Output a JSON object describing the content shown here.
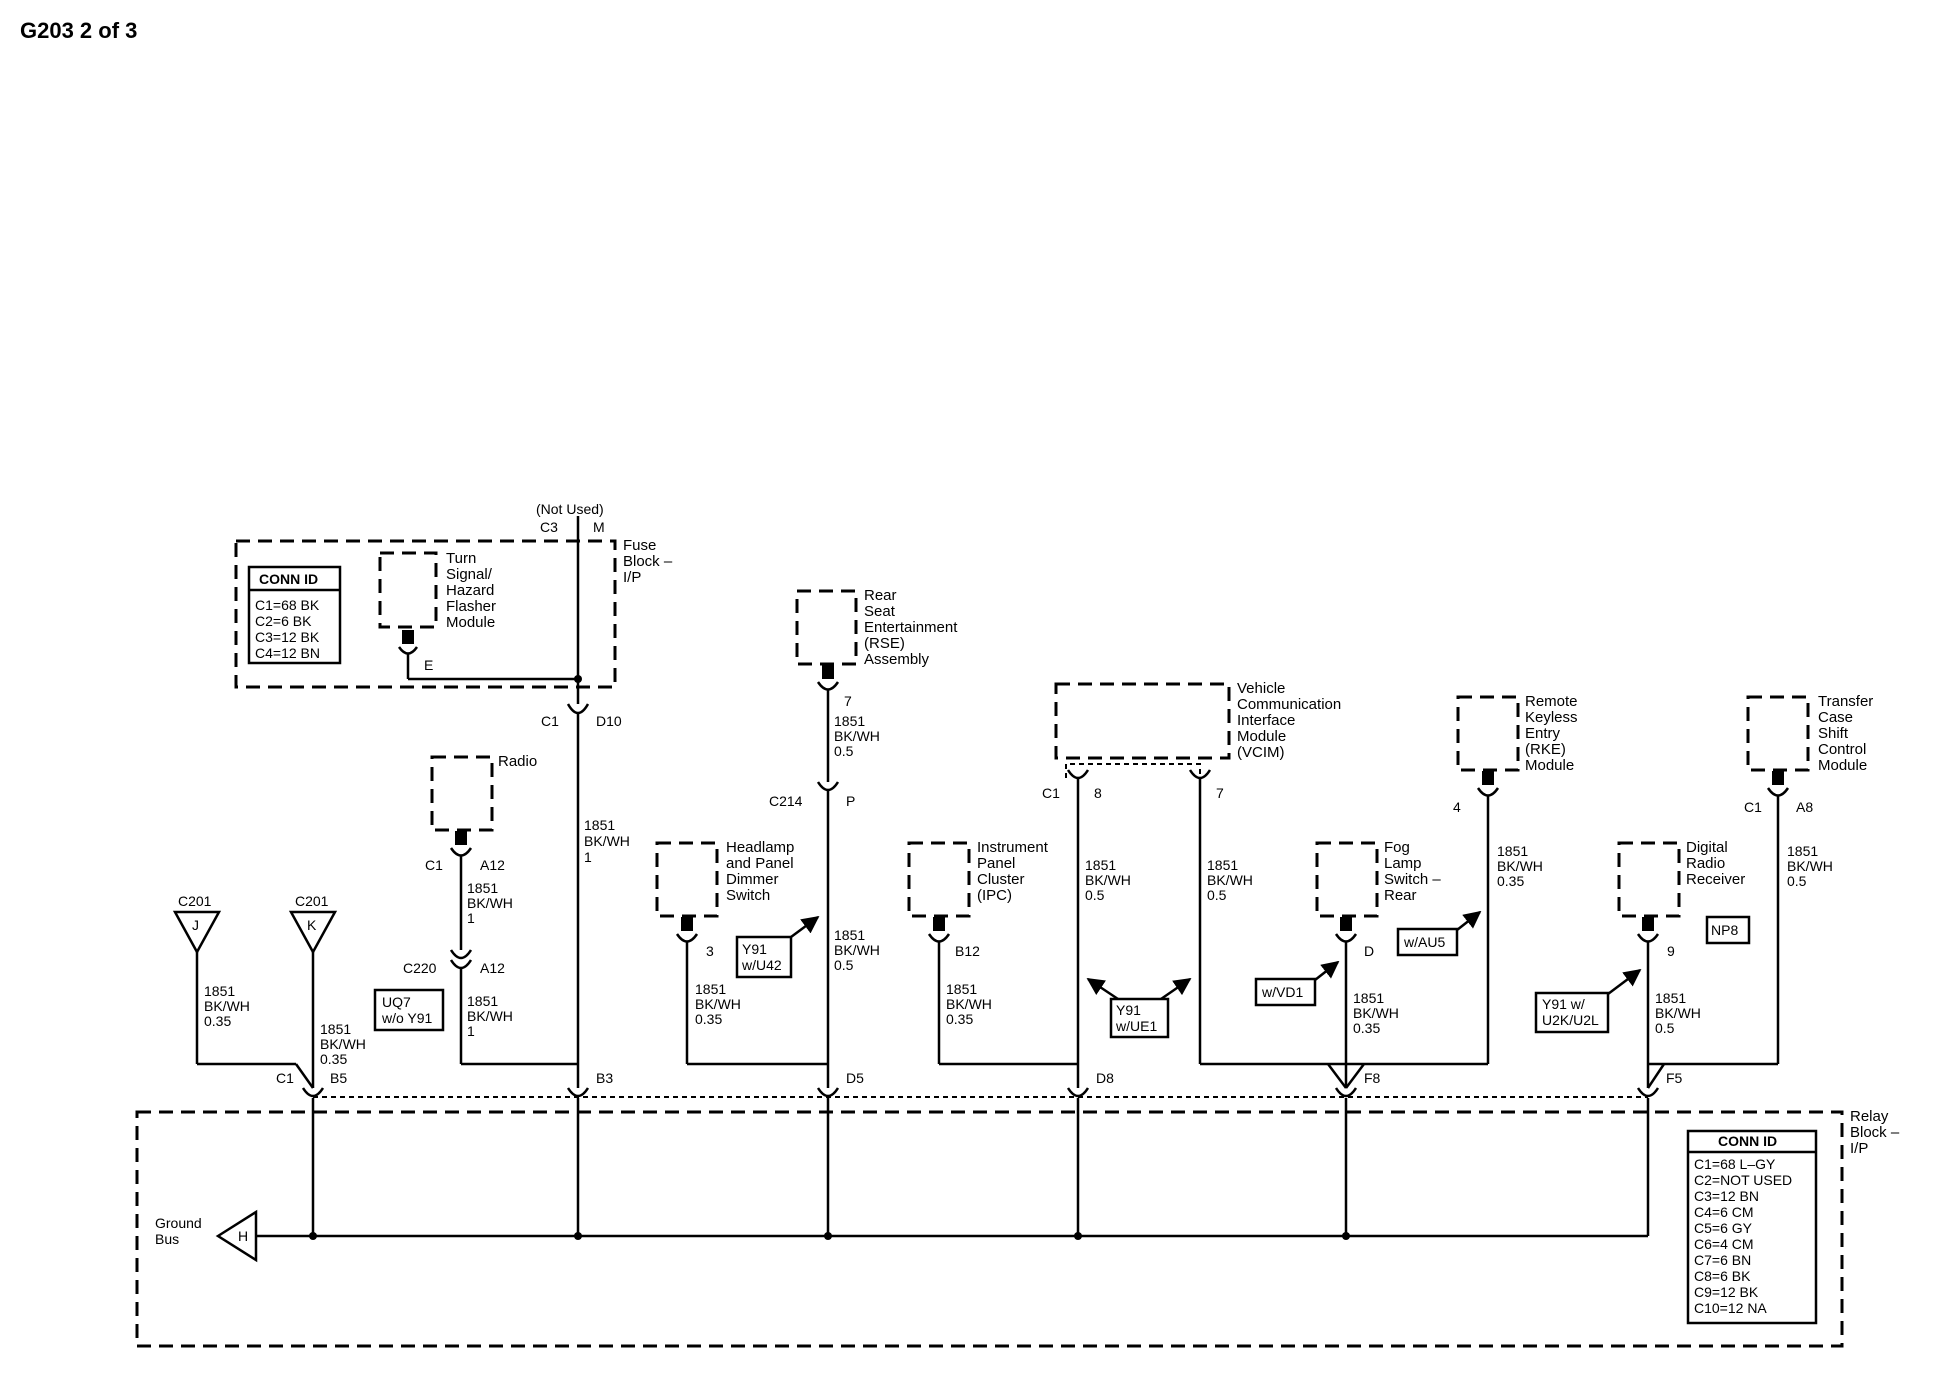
{
  "title": "G203 2 of 3",
  "fuse_block": {
    "label": [
      "Fuse",
      "Block –",
      "I/P"
    ],
    "not_used": "(Not Used)",
    "c3": "C3",
    "m": "M",
    "conn_id_title": "CONN ID",
    "conn_ids": [
      "C1=68 BK",
      "C2=6 BK",
      "C3=12 BK",
      "C4=12 BN"
    ],
    "turn_signal": [
      "Turn",
      "Signal/",
      "Hazard",
      "Flasher",
      "Module"
    ],
    "pin_e": "E",
    "c1": "C1",
    "d10": "D10",
    "wire": [
      "1851",
      "BK/WH",
      "1"
    ]
  },
  "radio": {
    "label": "Radio",
    "c1": "C1",
    "a12": "A12",
    "wire1": [
      "1851",
      "BK/WH",
      "1"
    ],
    "c220": "C220",
    "a12b": "A12",
    "wire2": [
      "1851",
      "BK/WH",
      "1"
    ],
    "option": [
      "UQ7",
      "w/o Y91"
    ]
  },
  "c201_j": {
    "conn": "C201",
    "pin": "J",
    "wire": [
      "1851",
      "BK/WH",
      "0.35"
    ]
  },
  "c201_k": {
    "conn": "C201",
    "pin": "K",
    "wire": [
      "1851",
      "BK/WH",
      "0.35"
    ]
  },
  "headlamp": {
    "label": [
      "Headlamp",
      "and Panel",
      "Dimmer",
      "Switch"
    ],
    "pin": "3",
    "wire": [
      "1851",
      "BK/WH",
      "0.35"
    ]
  },
  "rse": {
    "label": [
      "Rear",
      "Seat",
      "Entertainment",
      "(RSE)",
      "Assembly"
    ],
    "pin": "7",
    "wire1": [
      "1851",
      "BK/WH",
      "0.5"
    ],
    "c214": "C214",
    "p": "P",
    "option": [
      "Y91",
      "w/U42"
    ],
    "wire2": [
      "1851",
      "BK/WH",
      "0.5"
    ]
  },
  "ipc": {
    "label": [
      "Instrument",
      "Panel",
      "Cluster",
      "(IPC)"
    ],
    "pin": "B12",
    "wire": [
      "1851",
      "BK/WH",
      "0.35"
    ]
  },
  "vcim": {
    "label": [
      "Vehicle",
      "Communication",
      "Interface",
      "Module",
      "(VCIM)"
    ],
    "c1": "C1",
    "pin8": "8",
    "pin7": "7",
    "wire8": [
      "1851",
      "BK/WH",
      "0.5"
    ],
    "wire7": [
      "1851",
      "BK/WH",
      "0.5"
    ],
    "option": [
      "Y91",
      "w/UE1"
    ]
  },
  "fog": {
    "label": [
      "Fog",
      "Lamp",
      "Switch –",
      "Rear"
    ],
    "pin": "D",
    "option": "w/VD1",
    "wire": [
      "1851",
      "BK/WH",
      "0.35"
    ]
  },
  "rke": {
    "label": [
      "Remote",
      "Keyless",
      "Entry",
      "(RKE)",
      "Module"
    ],
    "pin": "4",
    "option": "w/AU5",
    "wire": [
      "1851",
      "BK/WH",
      "0.35"
    ]
  },
  "digital_radio": {
    "label": [
      "Digital",
      "Radio",
      "Receiver"
    ],
    "pin": "9",
    "option": [
      "Y91 w/",
      "U2K/U2L"
    ],
    "wire": [
      "1851",
      "BK/WH",
      "0.5"
    ]
  },
  "transfer_case": {
    "label": [
      "Transfer",
      "Case",
      "Shift",
      "Control",
      "Module"
    ],
    "c1": "C1",
    "pin": "A8",
    "option": "NP8",
    "wire": [
      "1851",
      "BK/WH",
      "0.5"
    ]
  },
  "relay_block": {
    "label": [
      "Relay",
      "Block –",
      "I/P"
    ],
    "c1": "C1",
    "pins": [
      "B5",
      "B3",
      "D5",
      "D8",
      "F8",
      "F5"
    ],
    "ground_bus": [
      "Ground",
      "Bus"
    ],
    "ground_pin": "H",
    "conn_id_title": "CONN ID",
    "conn_ids": [
      "C1=68 L–GY",
      "C2=NOT USED",
      "C3=12 BN",
      "C4=6 CM",
      "C5=6 GY",
      "C6=4 CM",
      "C7=6 BN",
      "C8=6 BK",
      "C9=12 BK",
      "C10=12 NA"
    ]
  }
}
